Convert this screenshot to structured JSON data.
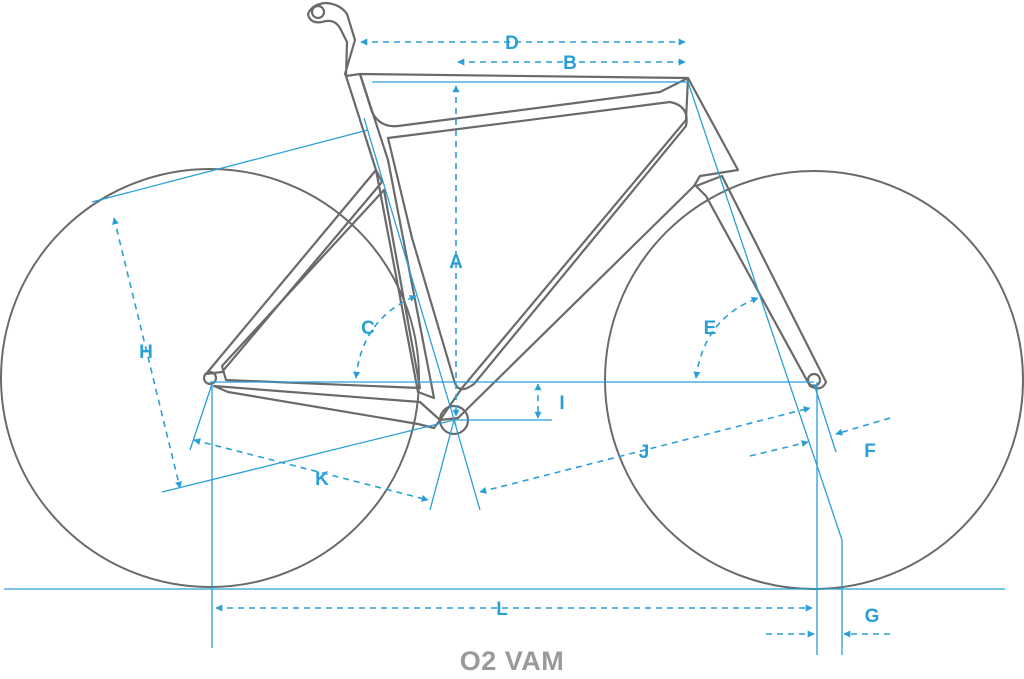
{
  "model": "O2 VAM",
  "colors": {
    "frame": "#6a6a6a",
    "measure": "#2a9fd6",
    "title": "#9a9a9a"
  },
  "labels": {
    "a": "A",
    "b": "B",
    "c": "C",
    "d": "D",
    "e": "E",
    "f": "F",
    "g": "G",
    "h": "H",
    "i": "I",
    "j": "J",
    "k": "K",
    "l": "L"
  }
}
